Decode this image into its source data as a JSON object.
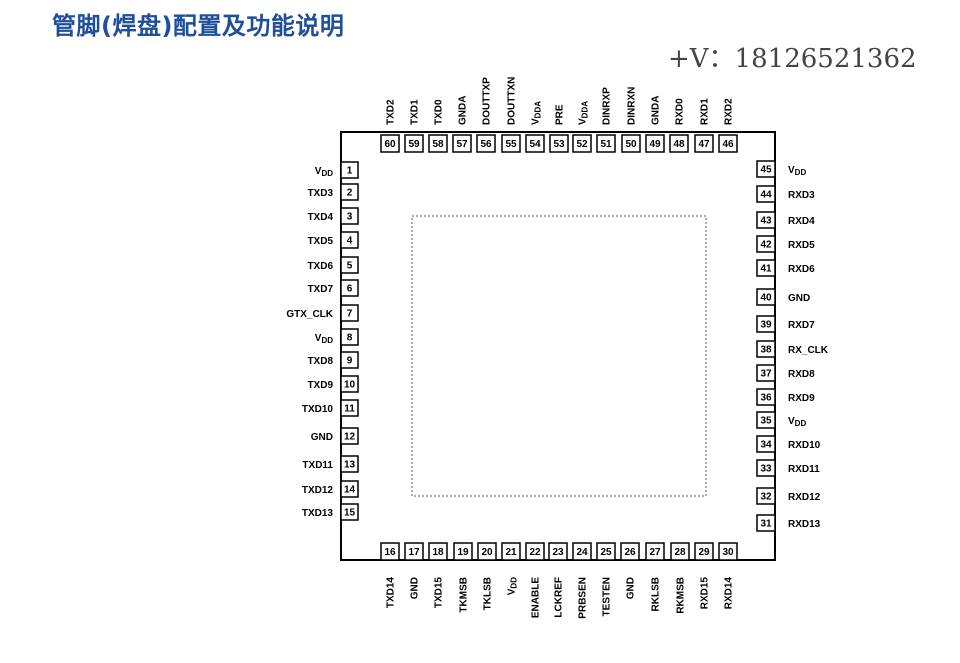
{
  "title": "管脚(焊盘)配置及功能说明",
  "contact": "+V：18126521362",
  "pins": {
    "left": [
      {
        "num": "1",
        "label": "VDD"
      },
      {
        "num": "2",
        "label": "TXD3"
      },
      {
        "num": "3",
        "label": "TXD4"
      },
      {
        "num": "4",
        "label": "TXD5"
      },
      {
        "num": "5",
        "label": "TXD6"
      },
      {
        "num": "6",
        "label": "TXD7"
      },
      {
        "num": "7",
        "label": "GTX_CLK"
      },
      {
        "num": "8",
        "label": "VDD"
      },
      {
        "num": "9",
        "label": "TXD8"
      },
      {
        "num": "10",
        "label": "TXD9"
      },
      {
        "num": "11",
        "label": "TXD10"
      },
      {
        "num": "12",
        "label": "GND"
      },
      {
        "num": "13",
        "label": "TXD11"
      },
      {
        "num": "14",
        "label": "TXD12"
      },
      {
        "num": "15",
        "label": "TXD13"
      }
    ],
    "bottom": [
      {
        "num": "16",
        "label": "TXD14"
      },
      {
        "num": "17",
        "label": "GND"
      },
      {
        "num": "18",
        "label": "TXD15"
      },
      {
        "num": "19",
        "label": "TKMSB"
      },
      {
        "num": "20",
        "label": "TKLSB"
      },
      {
        "num": "21",
        "label": "VDD"
      },
      {
        "num": "22",
        "label": "ENABLE"
      },
      {
        "num": "23",
        "label": "LCKREF"
      },
      {
        "num": "24",
        "label": "PRBSEN"
      },
      {
        "num": "25",
        "label": "TESTEN"
      },
      {
        "num": "26",
        "label": "GND"
      },
      {
        "num": "27",
        "label": "RKLSB"
      },
      {
        "num": "28",
        "label": "RKMSB"
      },
      {
        "num": "29",
        "label": "RXD15"
      },
      {
        "num": "30",
        "label": "RXD14"
      }
    ],
    "right": [
      {
        "num": "31",
        "label": "RXD13"
      },
      {
        "num": "32",
        "label": "RXD12"
      },
      {
        "num": "33",
        "label": "RXD11"
      },
      {
        "num": "34",
        "label": "RXD10"
      },
      {
        "num": "35",
        "label": "VDD"
      },
      {
        "num": "36",
        "label": "RXD9"
      },
      {
        "num": "37",
        "label": "RXD8"
      },
      {
        "num": "38",
        "label": "RX_CLK"
      },
      {
        "num": "39",
        "label": "RXD7"
      },
      {
        "num": "40",
        "label": "GND"
      },
      {
        "num": "41",
        "label": "RXD6"
      },
      {
        "num": "42",
        "label": "RXD5"
      },
      {
        "num": "43",
        "label": "RXD4"
      },
      {
        "num": "44",
        "label": "RXD3"
      },
      {
        "num": "45",
        "label": "VDD"
      }
    ],
    "top": [
      {
        "num": "46",
        "label": "RXD2"
      },
      {
        "num": "47",
        "label": "RXD1"
      },
      {
        "num": "48",
        "label": "RXD0"
      },
      {
        "num": "49",
        "label": "GNDA"
      },
      {
        "num": "50",
        "label": "DINRXN"
      },
      {
        "num": "51",
        "label": "DINRXP"
      },
      {
        "num": "52",
        "label": "VDDA"
      },
      {
        "num": "53",
        "label": "PRE"
      },
      {
        "num": "54",
        "label": "VDDA"
      },
      {
        "num": "55",
        "label": "DOUTTXN"
      },
      {
        "num": "56",
        "label": "DOUTTXP"
      },
      {
        "num": "57",
        "label": "GNDA"
      },
      {
        "num": "58",
        "label": "TXD0"
      },
      {
        "num": "59",
        "label": "TXD1"
      },
      {
        "num": "60",
        "label": "TXD2"
      }
    ]
  }
}
